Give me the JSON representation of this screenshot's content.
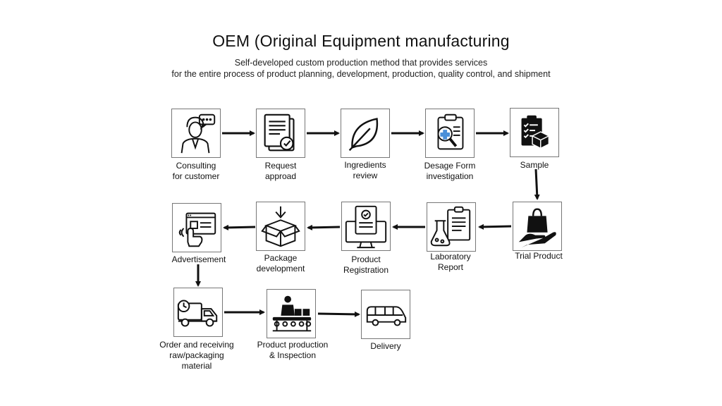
{
  "header": {
    "title": "OEM (Original Equipment manufacturing",
    "subtitle_line1": "Self-developed custom production method that provides services",
    "subtitle_line2": "for the entire process of product planning, development, production, quality control, and shipment"
  },
  "steps": [
    {
      "icon": "consultant-icon",
      "line1": "Consulting",
      "line2": "for customer"
    },
    {
      "icon": "document-approved-icon",
      "line1": "Request",
      "line2": "approad"
    },
    {
      "icon": "leaf-icon",
      "line1": "Ingredients",
      "line2": "review"
    },
    {
      "icon": "clipboard-search-icon",
      "line1": "Desage Form",
      "line2": "investigation"
    },
    {
      "icon": "sample-clipboard-icon",
      "line1": "Sample",
      "line2": ""
    },
    {
      "icon": "hand-holding-bag-icon",
      "line1": "Trial Product",
      "line2": ""
    },
    {
      "icon": "lab-report-icon",
      "line1": "Laboratory",
      "line2": "Report"
    },
    {
      "icon": "monitor-certificate-icon",
      "line1": "Product",
      "line2": "Registration"
    },
    {
      "icon": "package-box-icon",
      "line1": "Package",
      "line2": "development"
    },
    {
      "icon": "advertisement-icon",
      "line1": "Advertisement",
      "line2": ""
    },
    {
      "icon": "delivery-truck-icon",
      "line1": "Order and receiving",
      "line2": "raw/packaging",
      "line3": "material"
    },
    {
      "icon": "conveyor-worker-icon",
      "line1": "Product production",
      "line2": "& Inspection"
    },
    {
      "icon": "van-icon",
      "line1": "Delivery",
      "line2": ""
    }
  ]
}
